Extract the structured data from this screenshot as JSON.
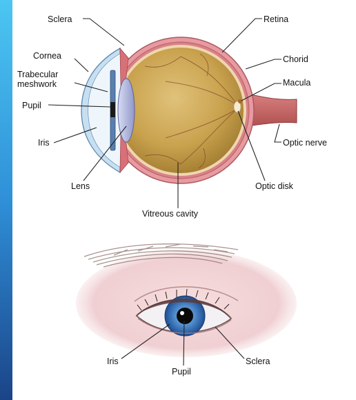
{
  "diagram_top": {
    "labels": {
      "sclera": "Sclera",
      "retina": "Retina",
      "cornea": "Cornea",
      "chorid": "Chorid",
      "trabecular_1": "Trabecular",
      "trabecular_2": "meshwork",
      "macula": "Macula",
      "pupil": "Pupil",
      "iris": "Iris",
      "optic_nerve": "Optic nerve",
      "lens": "Lens",
      "optic_disk": "Optic disk",
      "vitreous_cavity": "Vitreous cavity"
    }
  },
  "diagram_bottom": {
    "labels": {
      "iris": "Iris",
      "pupil": "Pupil",
      "sclera": "Sclera"
    }
  },
  "colors": {
    "sclera_pink": "#e89aa0",
    "vitreous": "#c9a24e",
    "iris_blue": "#4a86c8",
    "background_blue": "#2f9fe0"
  }
}
